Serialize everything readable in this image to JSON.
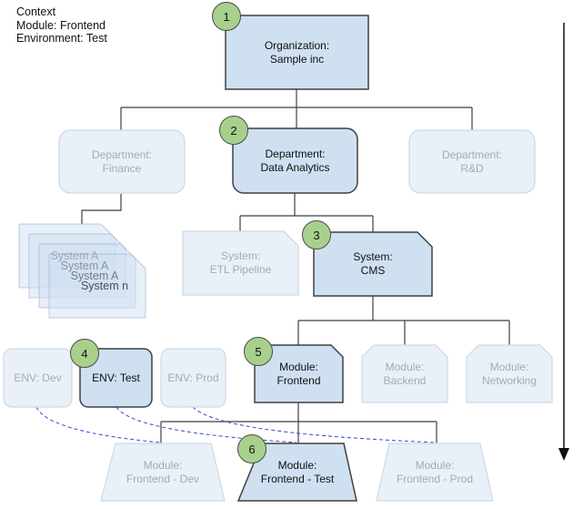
{
  "context": {
    "title": "Context",
    "lines": [
      "Module: Frontend",
      "Environment: Test"
    ]
  },
  "nodes": {
    "organization": {
      "line1": "Organization:",
      "line2": "Sample inc",
      "step": "1"
    },
    "dept_finance": {
      "line1": "Department:",
      "line2": "Finance"
    },
    "dept_data_analytics": {
      "line1": "Department:",
      "line2": "Data Analytics",
      "step": "2"
    },
    "dept_rnd": {
      "line1": "Department:",
      "line2": "R&D"
    },
    "system_stack": {
      "labels": [
        "System A",
        "System A",
        "System A",
        "System n"
      ]
    },
    "system_etl": {
      "line1": "System:",
      "line2": "ETL Pipeline"
    },
    "system_cms": {
      "line1": "System:",
      "line2": "CMS",
      "step": "3"
    },
    "env_dev": {
      "label": "ENV: Dev"
    },
    "env_test": {
      "label": "ENV: Test",
      "step": "4"
    },
    "env_prod": {
      "label": "ENV: Prod"
    },
    "module_frontend": {
      "line1": "Module:",
      "line2": "Frontend",
      "step": "5"
    },
    "module_backend": {
      "line1": "Module:",
      "line2": "Backend"
    },
    "module_networking": {
      "line1": "Module:",
      "line2": "Networking"
    },
    "deploy_frontend_dev": {
      "line1": "Module:",
      "line2": "Frontend - Dev"
    },
    "deploy_frontend_test": {
      "line1": "Module:",
      "line2": "Frontend - Test",
      "step": "6"
    },
    "deploy_frontend_prod": {
      "line1": "Module:",
      "line2": "Frontend - Prod"
    }
  },
  "colors": {
    "active_fill": "#cfe0f1",
    "active_border": "#404040",
    "active_text": "#111111",
    "faded_fill": "#e9f0f8",
    "faded_border": "#ccd9e6",
    "faded_text": "#a2abb8",
    "stack_fill": "rgba(208,224,241,0.5)",
    "stack_border": "rgba(150,175,205,0.6)",
    "badge_fill": "#a8d08d",
    "badge_border": "#4a4a4a",
    "connector": "#3f3f3f",
    "dashed_link": "#4f52d6",
    "arrow": "#111111"
  }
}
